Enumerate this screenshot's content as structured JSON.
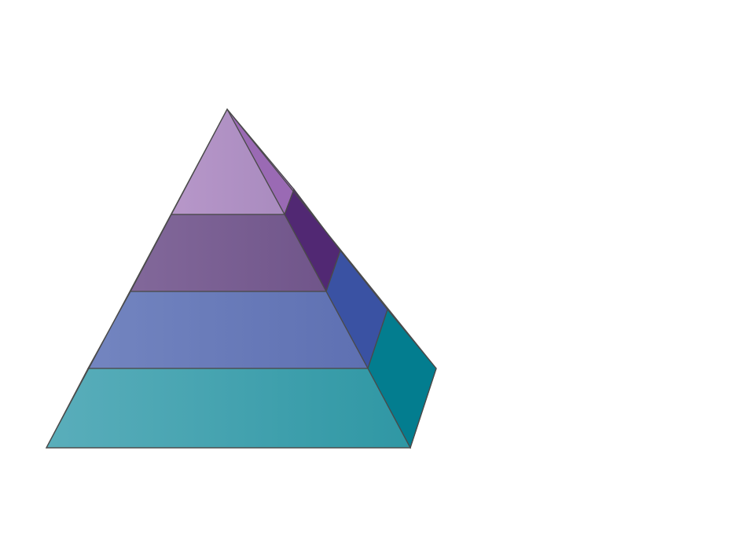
{
  "diagram": {
    "type": "3d-layered-pyramid",
    "levels": 4,
    "layers": [
      {
        "id": "tier-1",
        "front_light": "#b797c9",
        "front_dark": "#a98bbf",
        "side": "#9a6ab4"
      },
      {
        "id": "tier-2",
        "front_light": "#82689a",
        "front_dark": "#70558a",
        "side": "#512873"
      },
      {
        "id": "tier-3",
        "front_light": "#7385c0",
        "front_dark": "#5e70b2",
        "side": "#3a52a3"
      },
      {
        "id": "tier-4",
        "front_light": "#5aaebb",
        "front_dark": "#2f97a4",
        "side": "#037d8f"
      }
    ],
    "outline_color": "#4a4a4a",
    "background": "#ffffff"
  }
}
